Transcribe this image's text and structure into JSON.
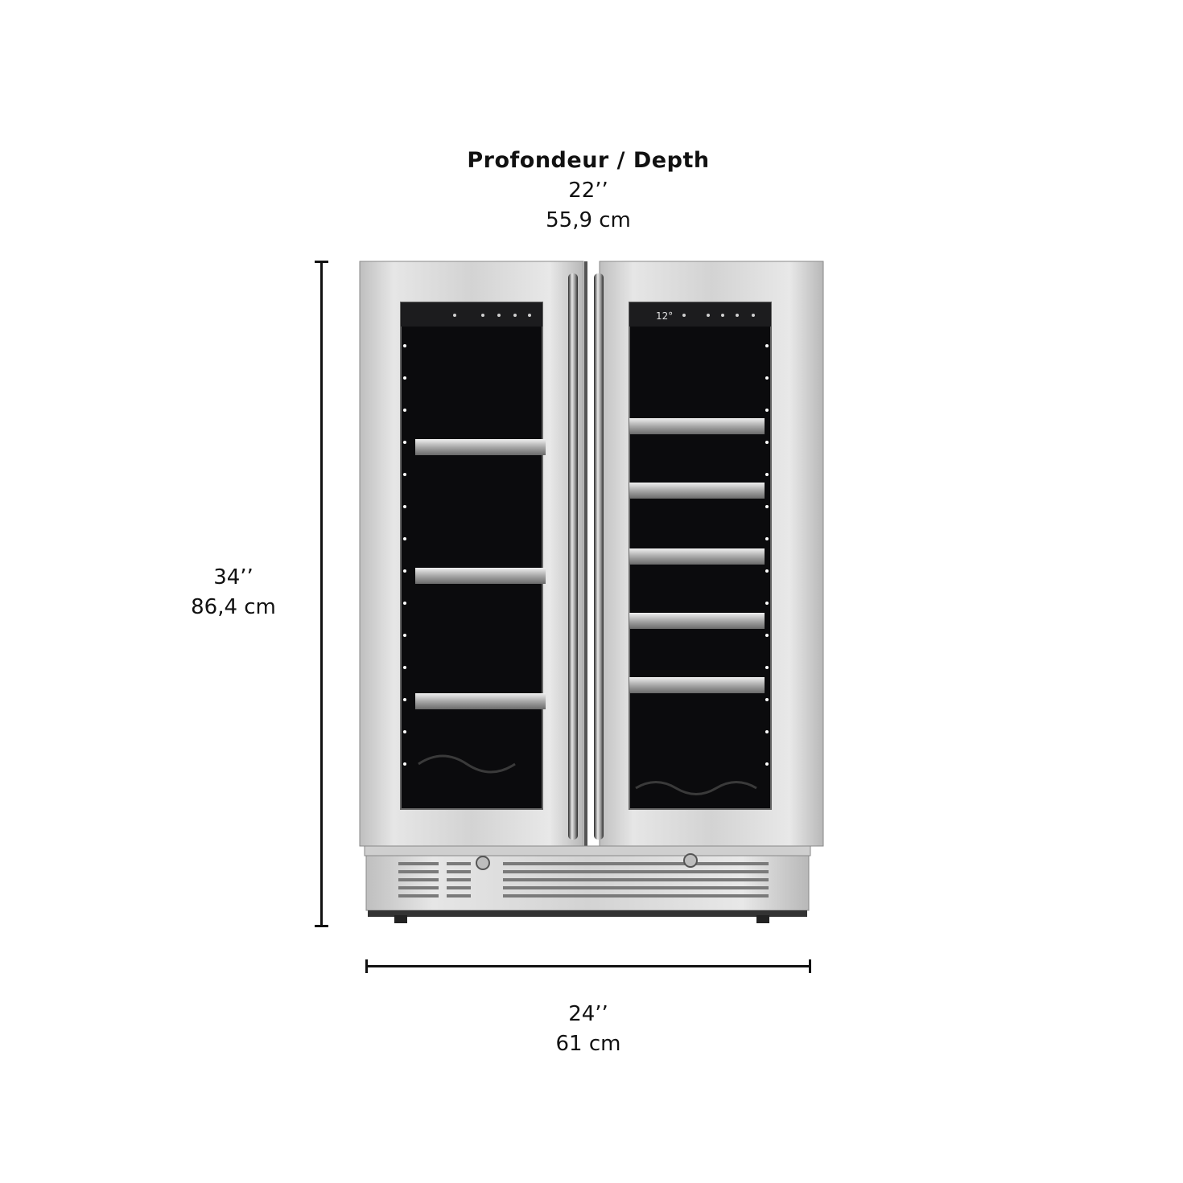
{
  "depth": {
    "title": "Profondeur / Depth",
    "inches": "22’’",
    "cm": "55,9 cm"
  },
  "height": {
    "inches": "34’’",
    "cm": "86,4 cm"
  },
  "width": {
    "inches": "24’’",
    "cm": "61 cm"
  },
  "display": {
    "right": "12°"
  },
  "colors": {
    "steel": "#d9d9d9",
    "glass": "#0b0b0d",
    "line": "#111111"
  }
}
